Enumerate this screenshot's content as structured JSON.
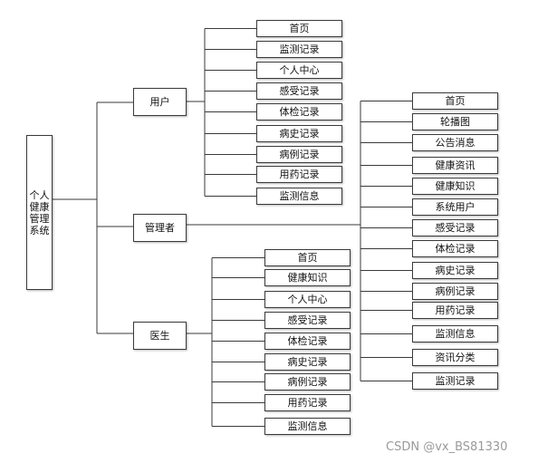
{
  "root": {
    "label": "个人健康管理系统"
  },
  "roles": [
    {
      "key": "user",
      "label": "用户",
      "items": [
        "首页",
        "监测记录",
        "个人中心",
        "感受记录",
        "体检记录",
        "病史记录",
        "病例记录",
        "用药记录",
        "监测信息"
      ]
    },
    {
      "key": "admin",
      "label": "管理者",
      "items": [
        "首页",
        "轮播图",
        "公告消息",
        "健康资讯",
        "健康知识",
        "系统用户",
        "感受记录",
        "体检记录",
        "病史记录",
        "病例记录",
        "用药记录",
        "监测信息",
        "资讯分类",
        "监测记录"
      ]
    },
    {
      "key": "doctor",
      "label": "医生",
      "items": [
        "首页",
        "健康知识",
        "个人中心",
        "感受记录",
        "体检记录",
        "病史记录",
        "病例记录",
        "用药记录",
        "监测信息"
      ]
    }
  ],
  "watermark": "CSDN @vx_BS81330"
}
